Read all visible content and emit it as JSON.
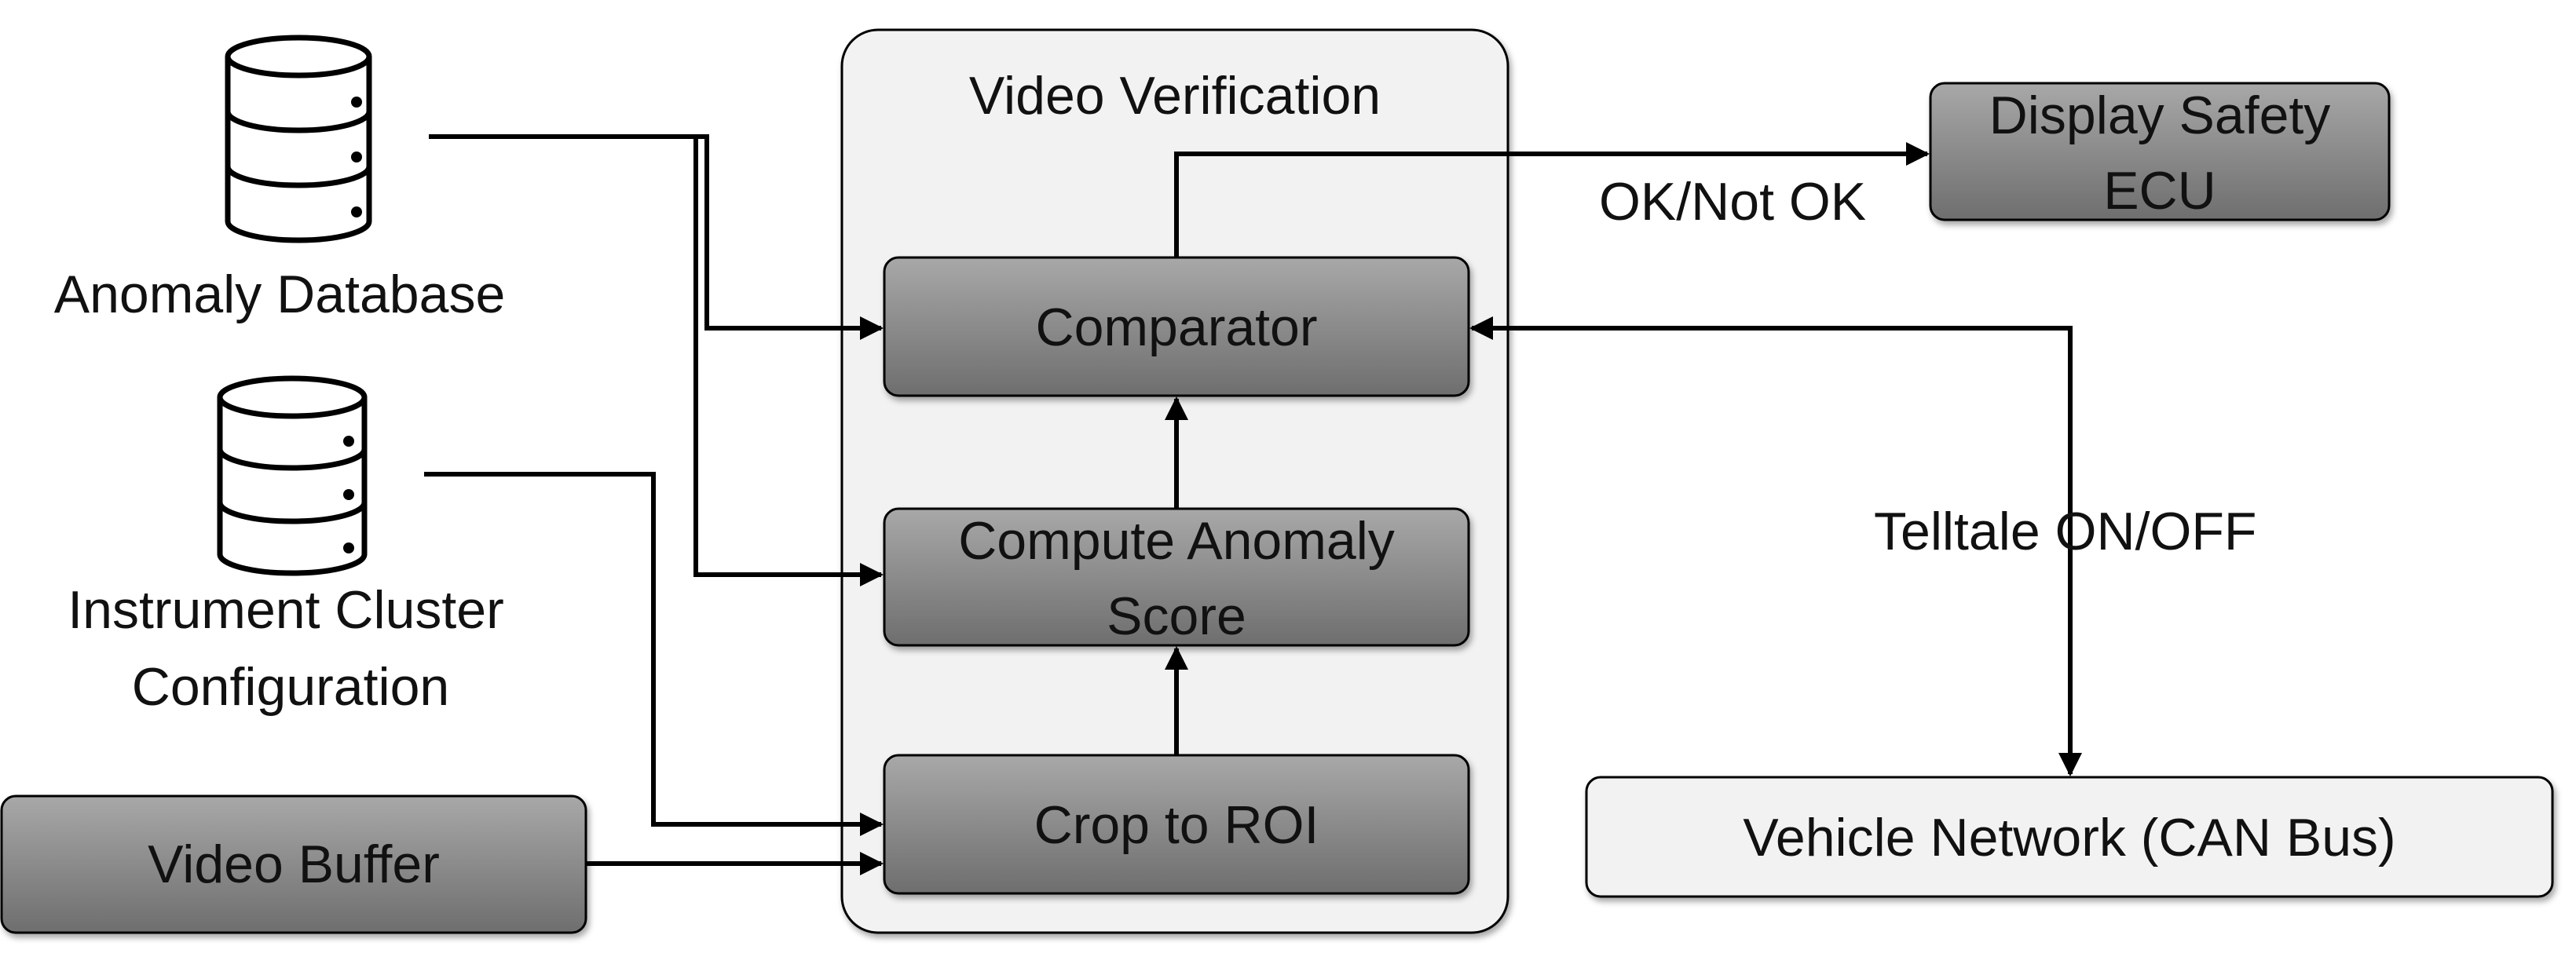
{
  "video_verification": {
    "title": "Video Verification",
    "comparator": "Comparator",
    "compute_anomaly_score": [
      "Compute Anomaly",
      "Score"
    ],
    "crop_to_roi": "Crop to ROI"
  },
  "sources": {
    "anomaly_database": "Anomaly Database",
    "instrument_cluster_configuration": [
      "Instrument Cluster",
      "Configuration"
    ],
    "video_buffer": "Video Buffer"
  },
  "outputs": {
    "display_safety_ecu": [
      "Display Safety",
      "ECU"
    ],
    "ok_not_ok": "OK/Not OK",
    "telltale": "Telltale ON/OFF",
    "vehicle_network": "Vehicle Network (CAN Bus)"
  },
  "colors": {
    "block_gradient_top": "#a8a8a8",
    "block_gradient_bottom": "#6e6e6e",
    "container_fill": "#f2f2f2",
    "network_fill": "#f2f2f2",
    "stroke": "#000000"
  }
}
